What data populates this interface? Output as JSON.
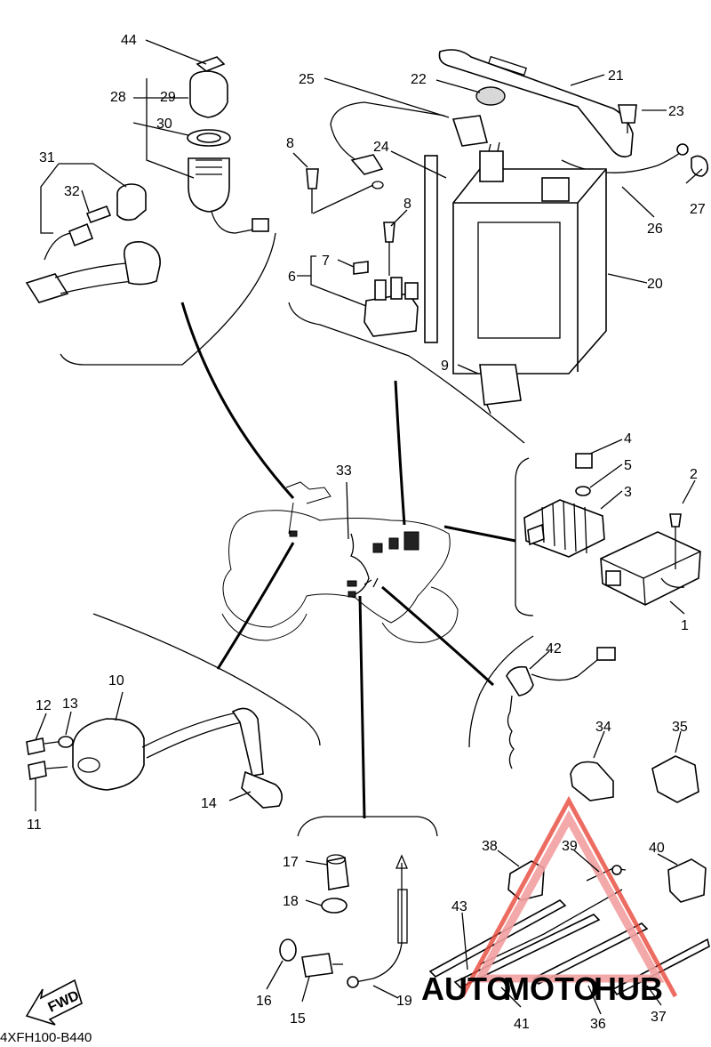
{
  "diagram": {
    "document_code": "4XFH100-B440",
    "fwd_label": "FWD",
    "watermark": {
      "word1": "AUTO",
      "word2": "MOTO",
      "word3": "HUB",
      "color_primary": "#e8473a",
      "color_secondary": "#f2a0a0",
      "color_hub": "#444444"
    },
    "callouts": [
      "1",
      "2",
      "3",
      "4",
      "5",
      "6",
      "7",
      "8",
      "8",
      "9",
      "10",
      "11",
      "12",
      "13",
      "14",
      "15",
      "16",
      "17",
      "18",
      "19",
      "20",
      "21",
      "22",
      "23",
      "24",
      "25",
      "26",
      "27",
      "28",
      "29",
      "30",
      "31",
      "32",
      "33",
      "34",
      "35",
      "36",
      "37",
      "38",
      "39",
      "40",
      "41",
      "42",
      "43",
      "44"
    ]
  }
}
